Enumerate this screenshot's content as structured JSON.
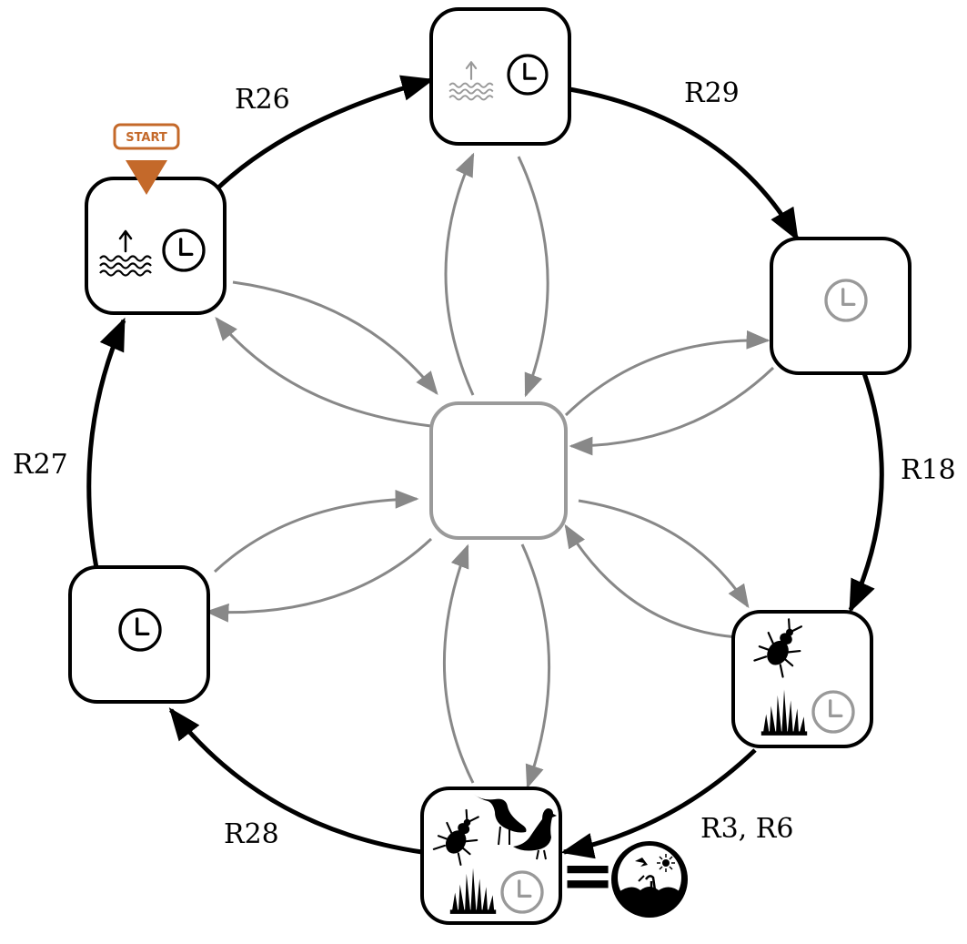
{
  "diagram": {
    "start_badge": "START",
    "cycle_labels": {
      "r26": "R26",
      "r29": "R29",
      "r18": "R18",
      "r3_r6": "R3, R6",
      "r28": "R28",
      "r27": "R27"
    },
    "equals_sign": "=",
    "colors": {
      "cycle": "#000000",
      "hub_arrows": "#888888",
      "hub_border": "#9a9a9a",
      "start_accent": "#c4692a",
      "faded_icon": "#999999"
    },
    "icons": {
      "state_top": [
        "water-rising-icon-faded",
        "clock-icon"
      ],
      "state_top_left": [
        "water-rising-icon",
        "clock-icon"
      ],
      "state_right_top": [
        "clock-icon-faded"
      ],
      "state_right_bottom": [
        "beetle-icon",
        "grass-icon",
        "clock-icon-faded"
      ],
      "state_bottom": [
        "curlew-icon",
        "partridge-icon",
        "beetle-icon",
        "grass-icon",
        "clock-icon-faded"
      ],
      "state_left": [
        "clock-icon"
      ],
      "state_center": [],
      "legend": "bird-habitat-badge-icon"
    }
  }
}
